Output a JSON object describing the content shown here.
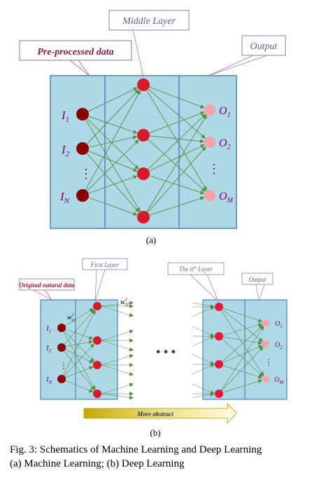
{
  "panel_a": {
    "label": "(a)",
    "callouts": {
      "middle": "Middle Layer",
      "input": "Pre-processed data",
      "output": "Output"
    },
    "inputs": [
      {
        "base": "I",
        "sub": "1"
      },
      {
        "base": "I",
        "sub": "2"
      },
      {
        "base": "I",
        "sub": "N"
      }
    ],
    "outputs": [
      {
        "base": "O",
        "sub": "1"
      },
      {
        "base": "O",
        "sub": "2"
      },
      {
        "base": "O",
        "sub": "M"
      }
    ],
    "ellipsis": "⋮"
  },
  "panel_b": {
    "label": "(b)",
    "callouts": {
      "first": "First Layer",
      "input": "Original natural data",
      "nth": "The n",
      "nth_sup": "th",
      "nth_tail": " Layer",
      "output": "Output"
    },
    "weights": {
      "w1": {
        "base": "w",
        "sup": "1",
        "sub": "11"
      },
      "w2": {
        "base": "w",
        "sup": "2",
        "sub": "11"
      }
    },
    "inputs": [
      {
        "base": "I",
        "sub": "1"
      },
      {
        "base": "I",
        "sub": "2"
      },
      {
        "base": "I",
        "sub": "N"
      }
    ],
    "outputs": [
      {
        "base": "O",
        "sub": "1"
      },
      {
        "base": "O",
        "sub": "2"
      },
      {
        "base": "O",
        "sub": "M"
      }
    ],
    "ellipsis": "⋮",
    "dots": "• • •",
    "arrow_label": "More abstract"
  },
  "caption": {
    "line1": "Fig. 3: Schematics of Machine Learning and Deep Learning",
    "line2": "(a) Machine Learning; (b) Deep Learning"
  },
  "colors": {
    "box_fill": "#add8e6",
    "box_stroke": "#4f81bd",
    "input_node": "#8b0000",
    "hidden_node": "#d91a2a",
    "hidden_node_b": "#e8143c",
    "output_node": "#f7a1a8",
    "edge": "#5a8a3a",
    "label_purple": "#800080",
    "callout_stroke": "#7f7fbf",
    "callout_text": "#5f5f9f",
    "pre_text": "#8a1a4a"
  }
}
